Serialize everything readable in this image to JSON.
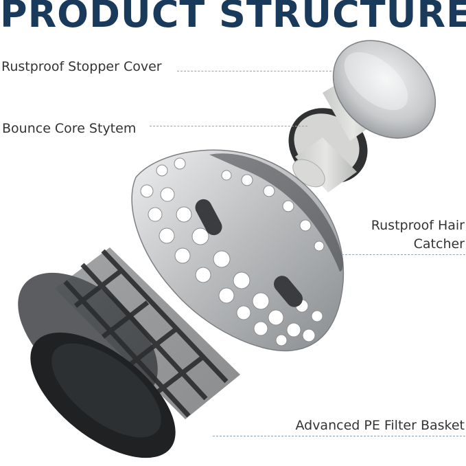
{
  "header": {
    "title": "PRODUCT STRUCTURE"
  },
  "callouts": {
    "stopper_cover": "Rustproof Stopper Cover",
    "bounce_core": "Bounce Core Stytem",
    "hair_catcher_line1": "Rustproof Hair",
    "hair_catcher_line2": "Catcher",
    "filter_basket": "Advanced PE Filter Basket"
  },
  "colors": {
    "title": "#1a3a5c",
    "label_text": "#333333",
    "leader_line": "#8ea3b5",
    "steel": "#c9cbcd",
    "basket": "#3a3d40"
  }
}
